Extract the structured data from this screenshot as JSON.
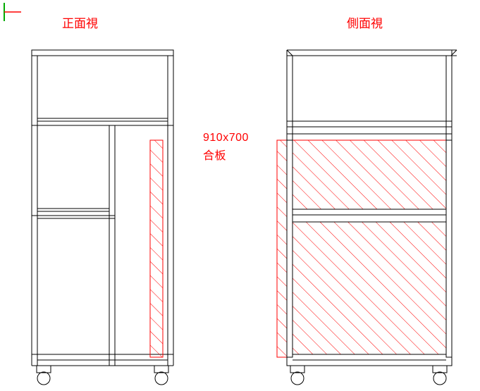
{
  "drawing": {
    "title_front": "正面視",
    "title_side": "側面視",
    "note_line1": "910x700",
    "note_line2": "合板",
    "colors": {
      "outline": "#000000",
      "annotation": "#ff0000",
      "hatch": "#ff0000",
      "marker_green": "#00aa00"
    },
    "views": [
      {
        "name": "front-view",
        "label": "正面視",
        "description": "Front elevation of a two-tier cart frame with casters, shelves and a hatched plywood panel on the right side"
      },
      {
        "name": "side-view",
        "label": "側面視",
        "description": "Side elevation of the same cart with a large hatched plywood panel filling the lower section"
      }
    ],
    "annotations": [
      {
        "name": "plywood-note",
        "text": "910x700 合板",
        "size_mm": "910x700",
        "material": "合板"
      }
    ]
  }
}
